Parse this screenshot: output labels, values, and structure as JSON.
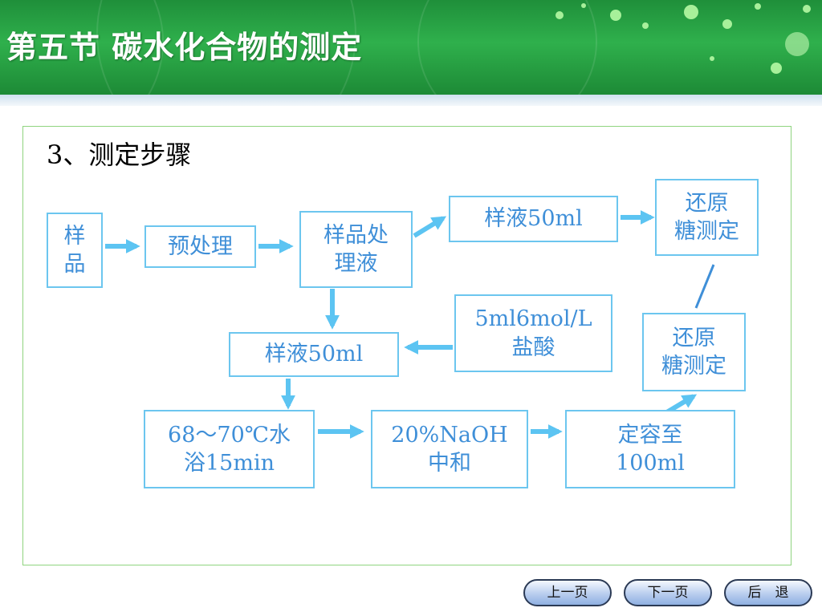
{
  "title": "第五节  碳水化合物的测定",
  "step_heading": "3、测定步骤",
  "boxes": {
    "sample": "样\n品",
    "pretreat": "预处理",
    "sample_solution": "样品处\n理液",
    "aliquot_top": "样液50ml",
    "reducing_sugar_top": "还原\n糖测定",
    "hcl": "5ml6mol/L\n盐酸",
    "reducing_sugar_mid": "还原\n糖测定",
    "aliquot_mid": "样液50ml",
    "water_bath": "68～70℃水\n浴15min",
    "naoh": "20%NaOH\n中和",
    "dilute": "定容至\n100ml"
  },
  "nav": {
    "prev": "上一页",
    "next": "下一页",
    "back": "后　退"
  },
  "colors": {
    "box_border": "#6cc6ef",
    "box_text": "#3f8fd8",
    "arrow": "#5cc4f2",
    "banner": "#2fb04c",
    "frame": "#8fd47f"
  }
}
